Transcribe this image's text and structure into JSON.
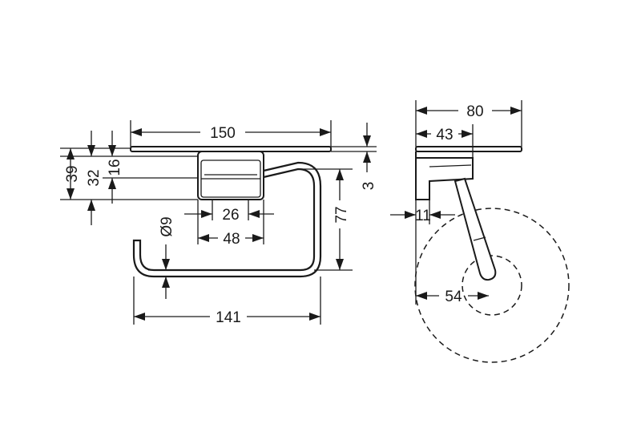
{
  "front_view": {
    "width_plate": "150",
    "height_total": "39",
    "height_mount": "32",
    "height_top": "16",
    "plate_thickness": "3",
    "inner_width": "26",
    "outer_width": "48",
    "rod_diameter": "Ø9",
    "arm_height": "77",
    "arm_length": "141"
  },
  "side_view": {
    "depth_total": "80",
    "depth_mount": "43",
    "offset": "11",
    "roll_center": "54"
  },
  "colors": {
    "stroke": "#1a1a1a",
    "background": "#ffffff"
  }
}
